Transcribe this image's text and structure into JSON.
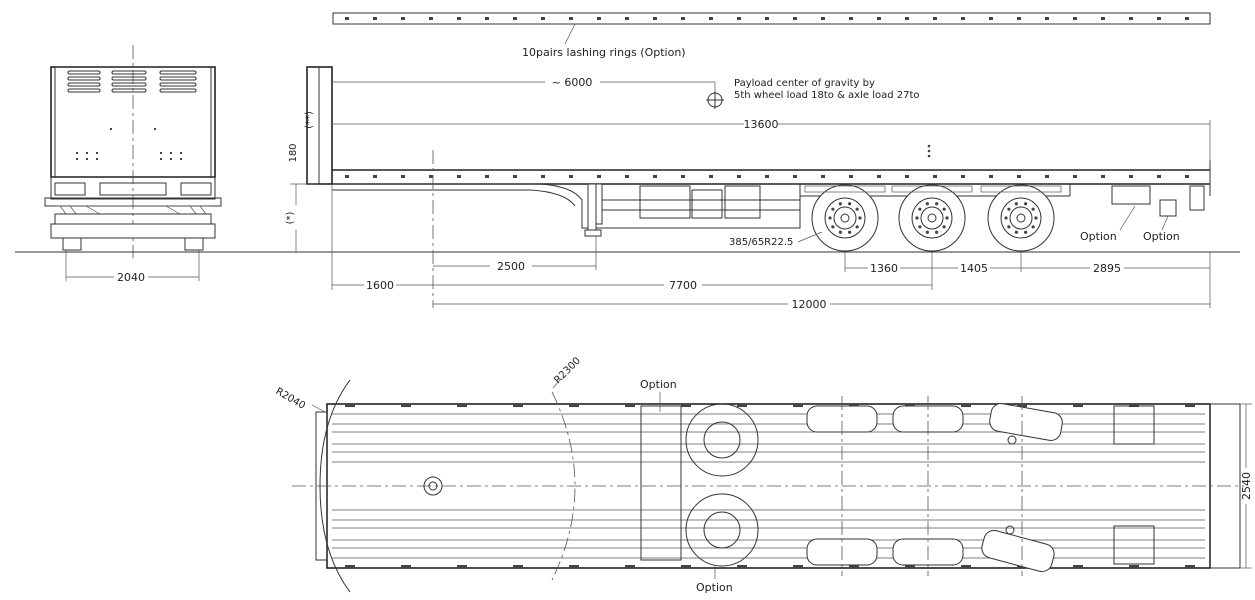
{
  "labels": {
    "lashing_rings": "10pairs lashing rings (Option)",
    "payload_line1": "Payload center of gravity by",
    "payload_line2": "5th wheel load 18to & axle load 27to",
    "dim_6000": "~ 6000",
    "dim_13600": "13600",
    "dim_180": "180",
    "headboard_note": "(**)",
    "height_note": "(*)",
    "tyre": "385/65R22.5",
    "option": "Option",
    "dim_2040": "2040",
    "dim_2500": "2500",
    "dim_1600": "1600",
    "dim_7700": "7700",
    "dim_12000": "12000",
    "dim_1360": "1360",
    "dim_1405": "1405",
    "dim_2895": "2895",
    "radius_2040": "R2040",
    "radius_2300": "R2300",
    "dim_2540": "2540"
  },
  "colors": {
    "line": "#333333",
    "background": "#ffffff"
  }
}
